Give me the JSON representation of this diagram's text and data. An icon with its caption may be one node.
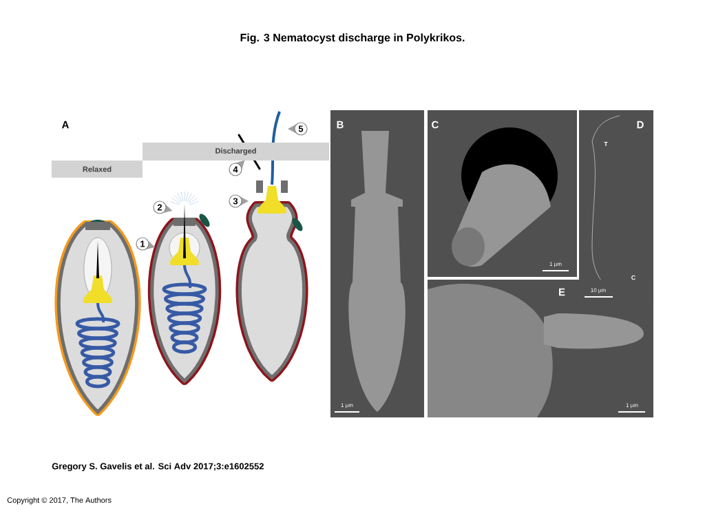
{
  "diagram": {
    "title": "Fig. 3 Nematocyst discharge in Polykrikos.",
    "caption": "Gregory S. Gavelis et al. Sci Adv 2017;3:e1602552",
    "nodes": [
      {
        "text": [
          "Relaxed"
        ]
      },
      {
        "text": [
          "Discharged"
        ]
      }
    ],
    "labels": [
      "A",
      "5",
      "4",
      "3",
      "2",
      "1",
      "B",
      "C",
      "D",
      "T",
      "1 µm",
      "C",
      "10 µm",
      "E",
      "1 µm",
      "1 µm",
      "Copyright © 2017, The Authors"
    ]
  }
}
